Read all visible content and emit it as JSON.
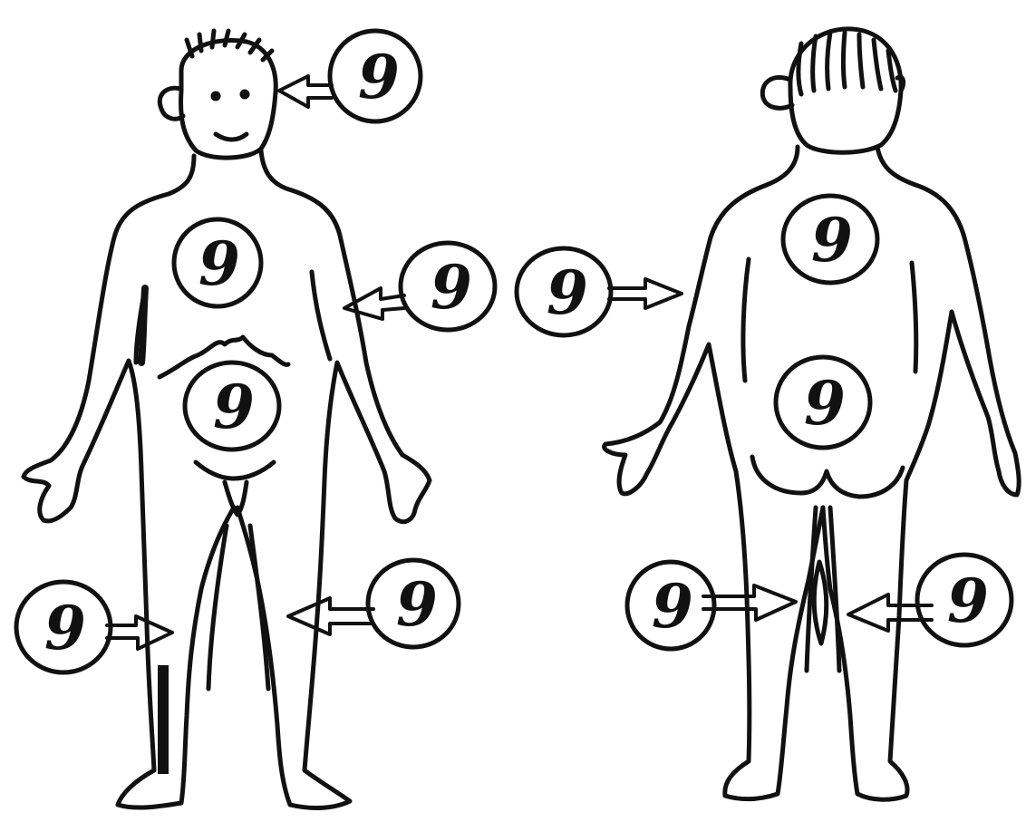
{
  "figure": {
    "views": [
      {
        "view": "front"
      },
      {
        "view": "back"
      }
    ],
    "colors": {
      "ink": "#111111",
      "paper": "#ffffff"
    }
  },
  "labels": {
    "front_face": "9",
    "front_chest": "9",
    "front_side": "9",
    "front_abdomen": "9",
    "front_left_thigh": "9",
    "front_right_thigh": "9",
    "back_upper_back": "9",
    "back_side": "9",
    "back_lower_back": "9",
    "back_left_knee": "9",
    "back_right_knee": "9"
  }
}
